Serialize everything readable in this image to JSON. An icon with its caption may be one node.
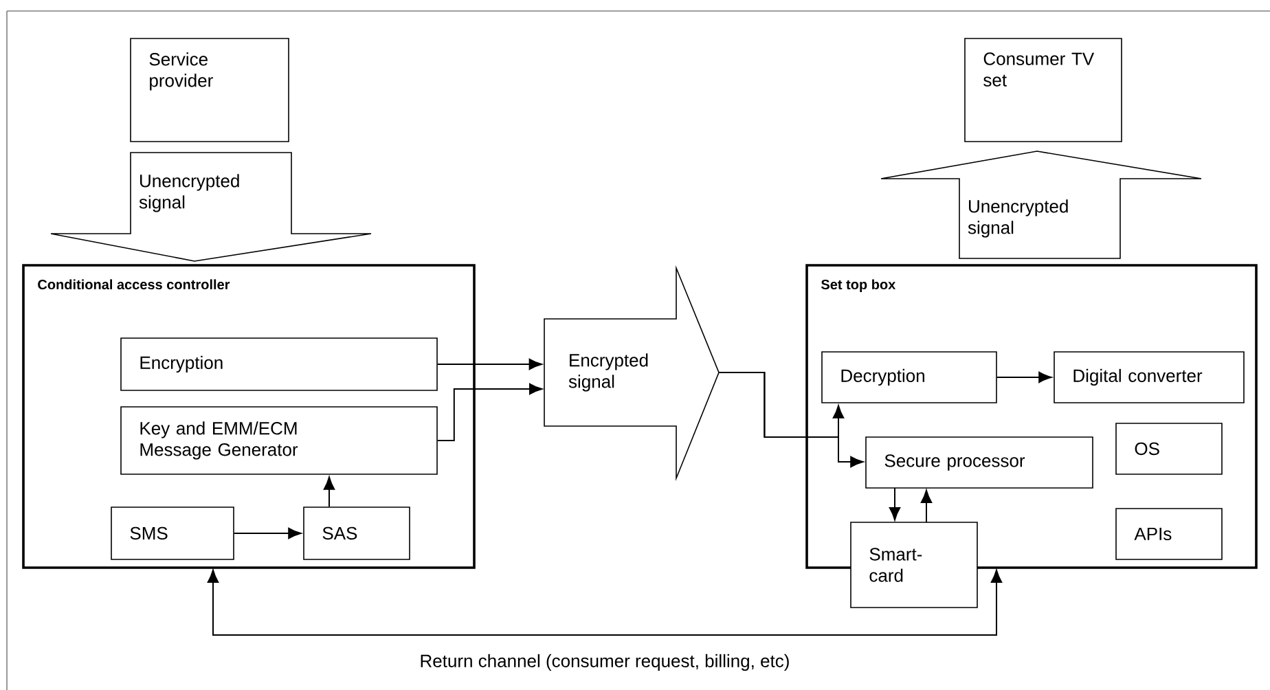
{
  "diagram": {
    "nodes": [
      {
        "text": [
          "Service provider"
        ]
      },
      {
        "text": [
          "Unencrypted signal"
        ]
      },
      {
        "text": [
          "Conditional access controller"
        ]
      },
      {
        "text": [
          "Encryption"
        ],
        "in": 2
      },
      {
        "text": [
          "Key and EMM/ECM Message Generator"
        ],
        "in": 2
      },
      {
        "text": [
          "SMS"
        ],
        "in": 2
      },
      {
        "text": [
          "SAS"
        ],
        "in": 2
      },
      {
        "text": [
          "Encrypted signal"
        ]
      },
      {
        "text": [
          "Consumer TV set"
        ]
      },
      {
        "text": [
          "Unencrypted signal"
        ]
      },
      {
        "text": [
          "Set top box"
        ]
      },
      {
        "text": [
          "Decryption"
        ],
        "in": 10
      },
      {
        "text": [
          "Digital converter"
        ],
        "in": 10
      },
      {
        "text": [
          "Secure processor"
        ],
        "in": 10
      },
      {
        "text": [
          "OS"
        ],
        "in": 10
      },
      {
        "text": [
          "APIs"
        ],
        "in": 10
      },
      {
        "text": [
          "Smart- card"
        ]
      }
    ],
    "edges": [
      {
        "from": 3,
        "to": 7,
        "arrow": "to"
      },
      {
        "from": 4,
        "to": 7,
        "arrow": "to"
      },
      {
        "from": 5,
        "to": 6,
        "arrow": "to"
      },
      {
        "from": 6,
        "to": 4,
        "arrow": "to"
      },
      {
        "from": 7,
        "to": 11,
        "arrow": "to"
      },
      {
        "from": 7,
        "to": 13,
        "arrow": "to"
      },
      {
        "from": 11,
        "to": 12,
        "arrow": "to"
      },
      {
        "from": 13,
        "to": 16,
        "arrow": "to"
      },
      {
        "from": 16,
        "to": 13,
        "arrow": "to"
      },
      {
        "from": 2,
        "to": 10,
        "arrow": "both",
        "label": "Return channel (consumer request, billing, etc)"
      }
    ]
  }
}
